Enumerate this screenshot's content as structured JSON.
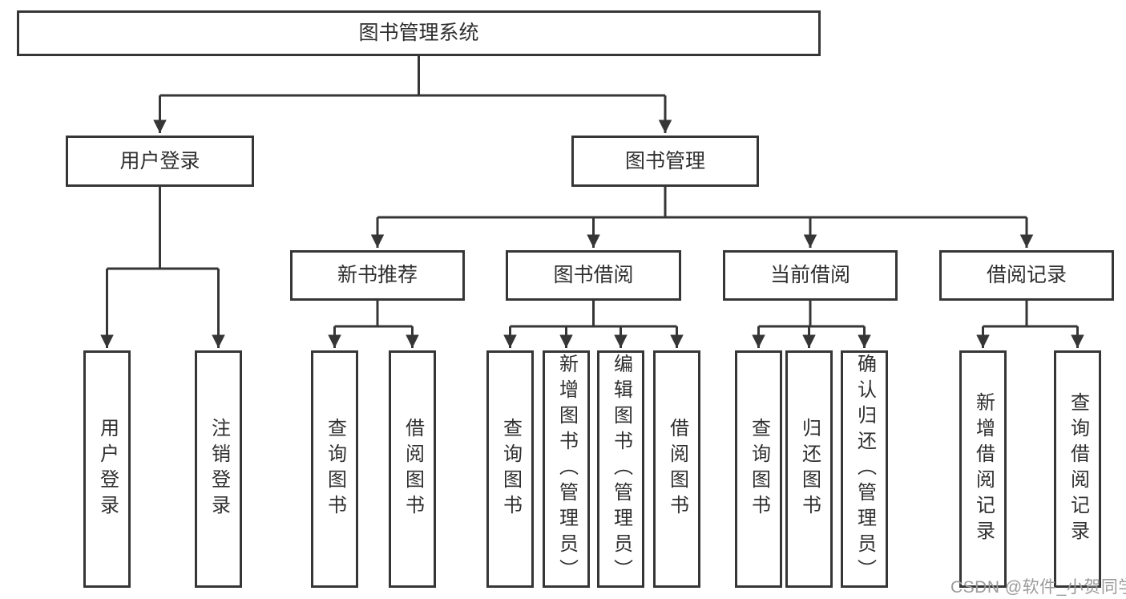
{
  "diagram_type": "hierarchy-tree",
  "tree": {
    "label": "图书管理系统",
    "children": [
      {
        "label": "用户登录",
        "children": [
          {
            "label": "用户登录"
          },
          {
            "label": "注销登录"
          }
        ]
      },
      {
        "label": "图书管理",
        "children": [
          {
            "label": "新书推荐",
            "children": [
              {
                "label": "查询图书"
              },
              {
                "label": "借阅图书"
              }
            ]
          },
          {
            "label": "图书借阅",
            "children": [
              {
                "label": "查询图书"
              },
              {
                "label": "新增图书（管理员）"
              },
              {
                "label": "编辑图书（管理员）"
              },
              {
                "label": "借阅图书"
              }
            ]
          },
          {
            "label": "当前借阅",
            "children": [
              {
                "label": "查询图书"
              },
              {
                "label": "归还图书"
              },
              {
                "label": "确认归还（管理员）"
              }
            ]
          },
          {
            "label": "借阅记录",
            "children": [
              {
                "label": "新增借阅记录"
              },
              {
                "label": "查询借阅记录"
              }
            ]
          }
        ]
      }
    ]
  },
  "watermark": {
    "text": "CSDN @软件_小贺同学"
  },
  "colors": {
    "background": "#ffffff",
    "box_fill": "#ffffff",
    "box_border": "#363636",
    "line": "#363636",
    "text": "#2f2f2f",
    "watermark": "#9b9b9b"
  }
}
